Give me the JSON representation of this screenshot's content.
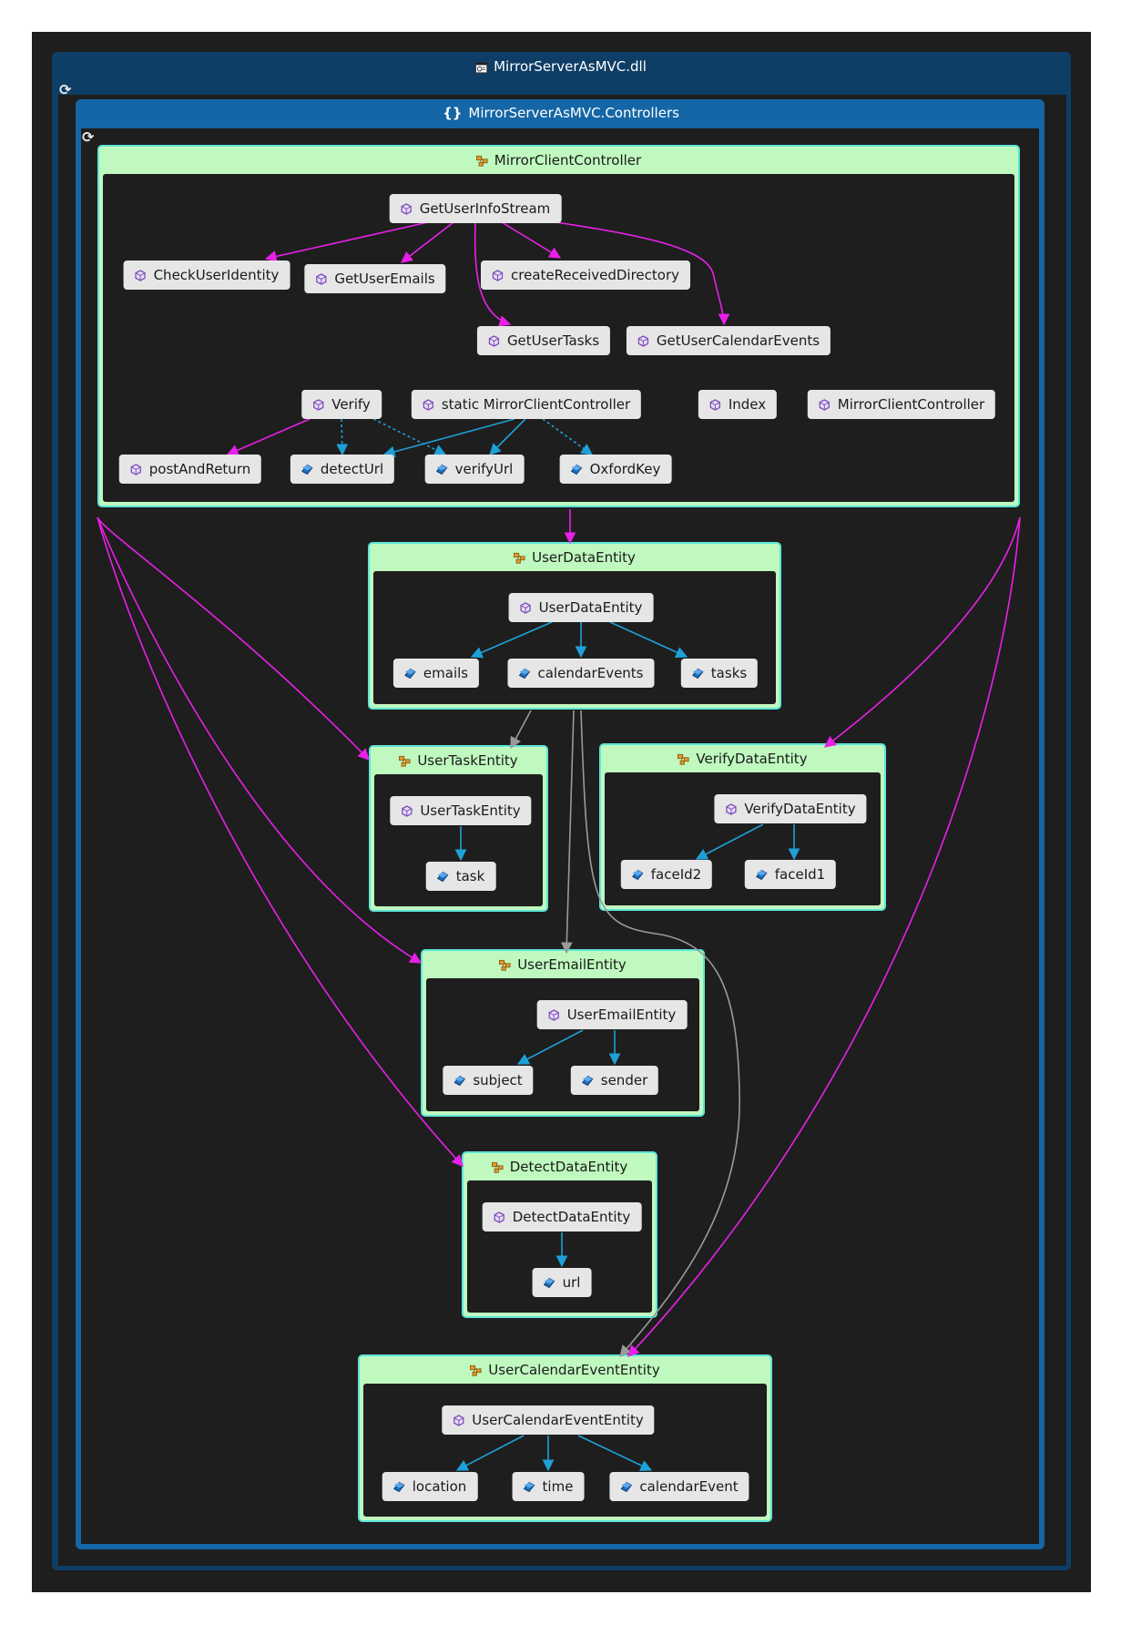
{
  "assembly": {
    "title": "MirrorServerAsMVC.dll",
    "icon": "assembly-icon"
  },
  "namespace": {
    "title": "MirrorServerAsMVC.Controllers",
    "icon": "namespace-icon"
  },
  "colors": {
    "call_edge": "#e820e8",
    "field_edge": "#1fa0d8",
    "inherit_edge": "#9a9a9a",
    "class_header": "#bff9bf",
    "class_border": "#5de6d8"
  },
  "classes": {
    "mirror_client_controller": {
      "title": "MirrorClientController",
      "methods": {
        "get_user_info_stream": "GetUserInfoStream",
        "check_user_identity": "CheckUserIdentity",
        "get_user_emails": "GetUserEmails",
        "create_received_directory": "createReceivedDirectory",
        "get_user_tasks": "GetUserTasks",
        "get_user_calendar_events": "GetUserCalendarEvents",
        "verify": "Verify",
        "static_ctor": "static MirrorClientController",
        "index": "Index",
        "ctor": "MirrorClientController",
        "post_and_return": "postAndReturn"
      },
      "fields": {
        "detect_url": "detectUrl",
        "verify_url": "verifyUrl",
        "oxford_key": "OxfordKey"
      }
    },
    "user_data_entity": {
      "title": "UserDataEntity",
      "methods": {
        "ctor": "UserDataEntity"
      },
      "fields": {
        "emails": "emails",
        "calendar_events": "calendarEvents",
        "tasks": "tasks"
      }
    },
    "user_task_entity": {
      "title": "UserTaskEntity",
      "methods": {
        "ctor": "UserTaskEntity"
      },
      "fields": {
        "task": "task"
      }
    },
    "verify_data_entity": {
      "title": "VerifyDataEntity",
      "methods": {
        "ctor": "VerifyDataEntity"
      },
      "fields": {
        "face_id2": "faceId2",
        "face_id1": "faceId1"
      }
    },
    "user_email_entity": {
      "title": "UserEmailEntity",
      "methods": {
        "ctor": "UserEmailEntity"
      },
      "fields": {
        "subject": "subject",
        "sender": "sender"
      }
    },
    "detect_data_entity": {
      "title": "DetectDataEntity",
      "methods": {
        "ctor": "DetectDataEntity"
      },
      "fields": {
        "url": "url"
      }
    },
    "user_calendar_event_entity": {
      "title": "UserCalendarEventEntity",
      "methods": {
        "ctor": "UserCalendarEventEntity"
      },
      "fields": {
        "location": "location",
        "time": "time",
        "calendar_event": "calendarEvent"
      }
    }
  }
}
